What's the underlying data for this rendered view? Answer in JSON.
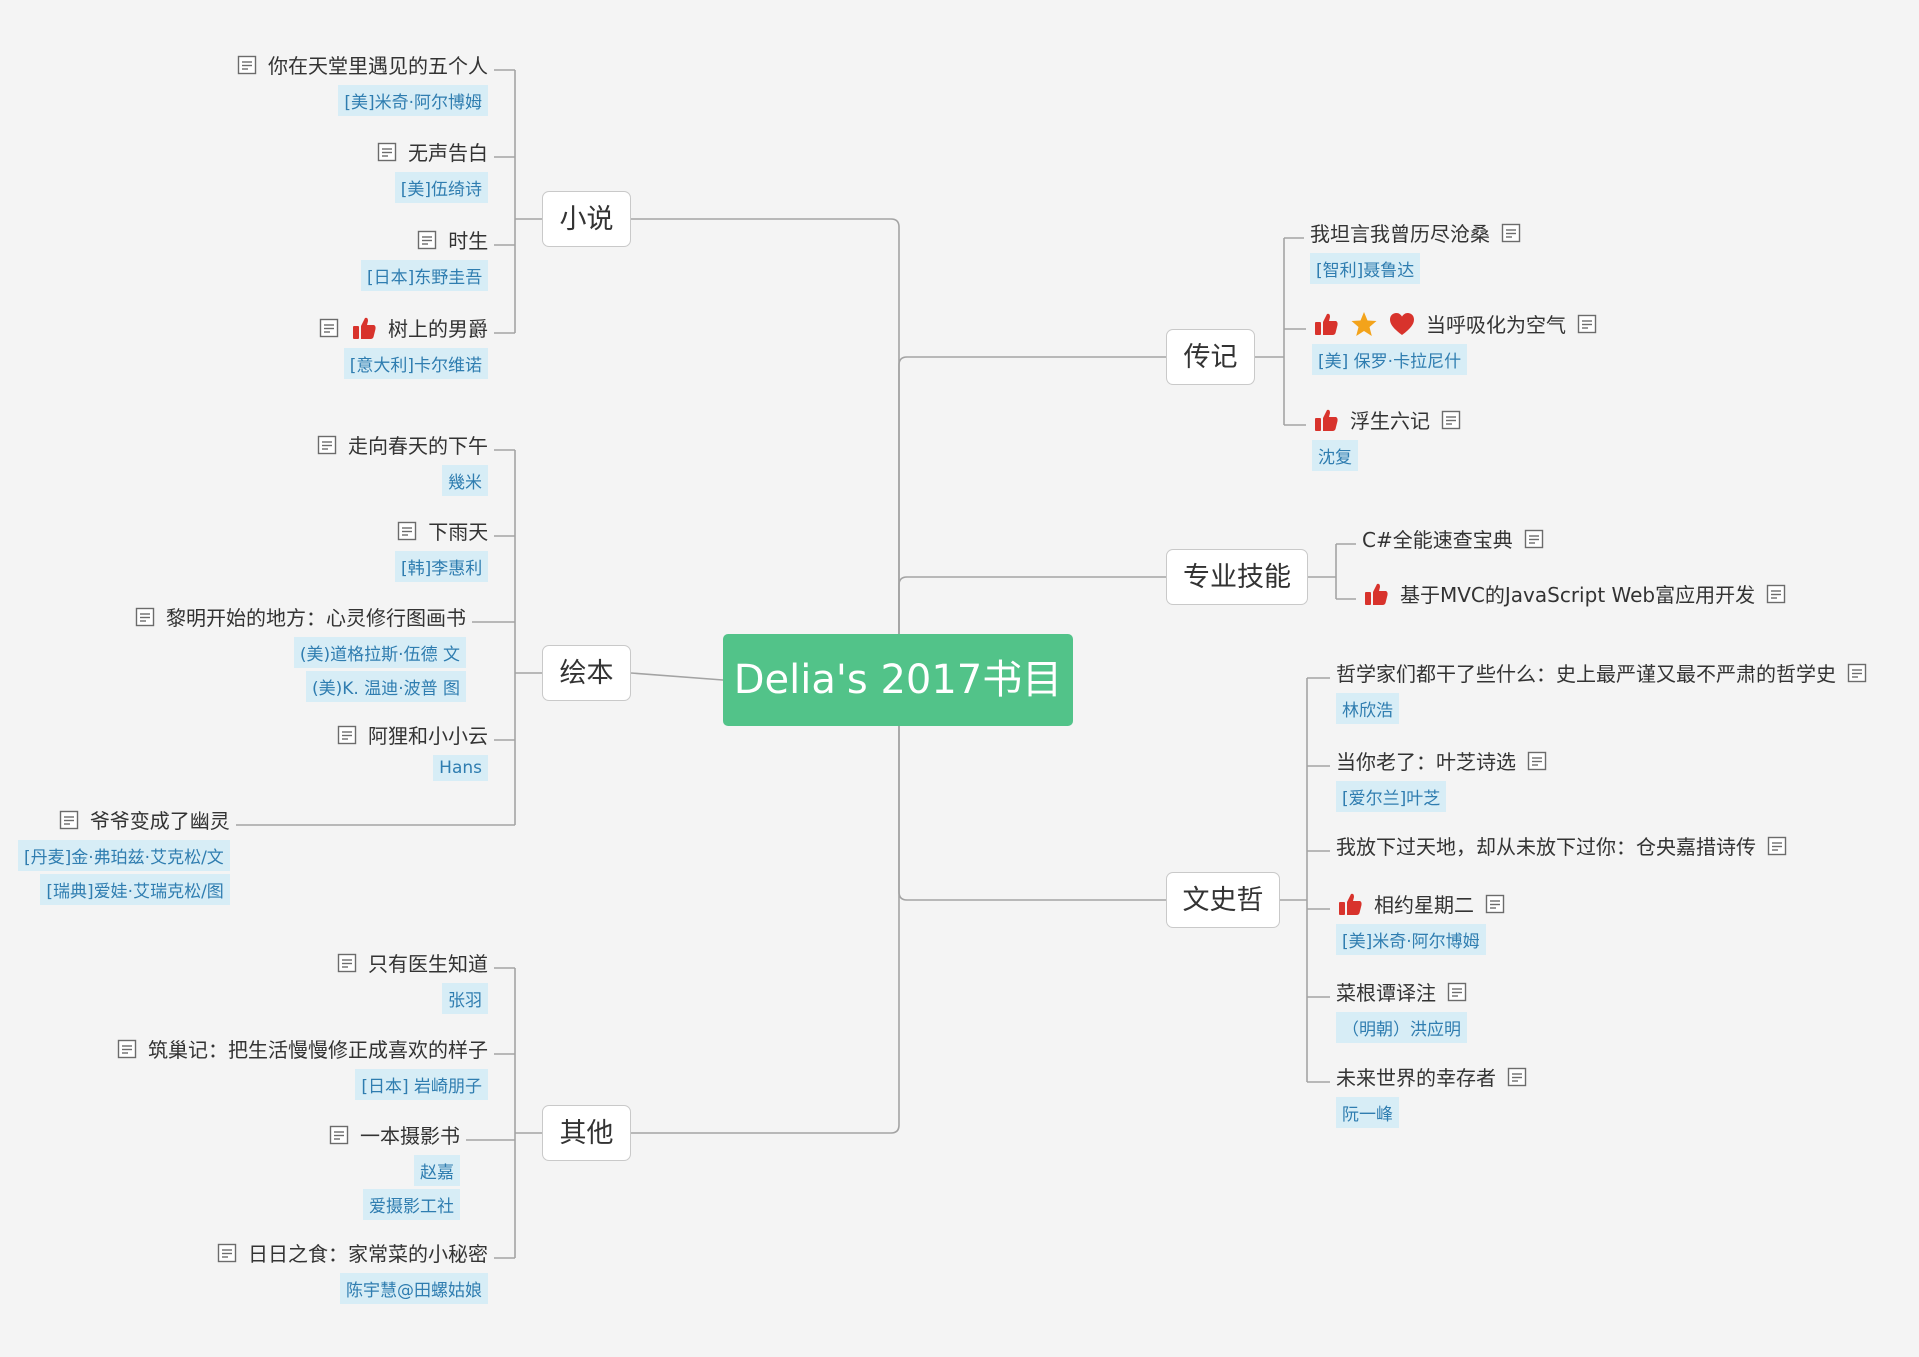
{
  "root": "Delia's 2017书目",
  "colors": {
    "root_bg": "#52c389",
    "line": "#a3a3a3",
    "author_bg": "#d7edf6",
    "author_fg": "#2f7db0",
    "thumb": "#d8332c",
    "star": "#f3a31b",
    "heart": "#d8332c"
  },
  "icons": {
    "note": "note-icon",
    "thumb": "thumbs-up-icon",
    "star": "star-icon",
    "heart": "heart-icon"
  },
  "categories": [
    {
      "label": "小说",
      "items": [
        {
          "title": "你在天堂里遇见的五个人",
          "authors": [
            "[美]米奇·阿尔博姆"
          ],
          "flags": []
        },
        {
          "title": "无声告白",
          "authors": [
            "[美]伍绮诗"
          ],
          "flags": []
        },
        {
          "title": "时生",
          "authors": [
            "[日本]东野圭吾"
          ],
          "flags": []
        },
        {
          "title": "树上的男爵",
          "authors": [
            "[意大利]卡尔维诺"
          ],
          "flags": [
            "thumb"
          ]
        }
      ]
    },
    {
      "label": "绘本",
      "items": [
        {
          "title": "走向春天的下午",
          "authors": [
            "幾米"
          ],
          "flags": []
        },
        {
          "title": "下雨天",
          "authors": [
            "[韩]李惠利"
          ],
          "flags": []
        },
        {
          "title": "黎明开始的地方：心灵修行图画书",
          "authors": [
            "(美)道格拉斯·伍德 文",
            "(美)K. 温迪·波普 图"
          ],
          "flags": []
        },
        {
          "title": "阿狸和小小云",
          "authors": [
            "Hans"
          ],
          "flags": []
        },
        {
          "title": "爷爷变成了幽灵",
          "authors": [
            "[丹麦]金·弗珀兹·艾克松/文",
            "[瑞典]爱娃·艾瑞克松/图"
          ],
          "flags": []
        }
      ]
    },
    {
      "label": "其他",
      "items": [
        {
          "title": "只有医生知道",
          "authors": [
            "张羽"
          ],
          "flags": []
        },
        {
          "title": "筑巢记：把生活慢慢修正成喜欢的样子",
          "authors": [
            "[日本] 岩崎朋子"
          ],
          "flags": []
        },
        {
          "title": "一本摄影书",
          "authors": [
            "赵嘉",
            "爱摄影工社"
          ],
          "flags": []
        },
        {
          "title": "日日之食：家常菜的小秘密",
          "authors": [
            "陈宇慧@田螺姑娘"
          ],
          "flags": []
        }
      ]
    },
    {
      "label": "传记",
      "items": [
        {
          "title": "我坦言我曾历尽沧桑",
          "authors": [
            "[智利]聂鲁达"
          ],
          "flags": []
        },
        {
          "title": "当呼吸化为空气",
          "authors": [
            "[美] 保罗·卡拉尼什"
          ],
          "flags": [
            "thumb",
            "star",
            "heart"
          ]
        },
        {
          "title": "浮生六记",
          "authors": [
            "沈复"
          ],
          "flags": [
            "thumb"
          ]
        }
      ]
    },
    {
      "label": "专业技能",
      "items": [
        {
          "title": "C#全能速查宝典",
          "authors": [],
          "flags": []
        },
        {
          "title": "基于MVC的JavaScript Web富应用开发",
          "authors": [],
          "flags": [
            "thumb"
          ]
        }
      ]
    },
    {
      "label": "文史哲",
      "items": [
        {
          "title": "哲学家们都干了些什么：史上最严谨又最不严肃的哲学史",
          "authors": [
            "林欣浩"
          ],
          "flags": []
        },
        {
          "title": "当你老了：叶芝诗选",
          "authors": [
            "[爱尔兰]叶芝"
          ],
          "flags": []
        },
        {
          "title": "我放下过天地，却从未放下过你：仓央嘉措诗传",
          "authors": [],
          "flags": []
        },
        {
          "title": "相约星期二",
          "authors": [
            "[美]米奇·阿尔博姆"
          ],
          "flags": [
            "thumb"
          ]
        },
        {
          "title": "菜根谭译注",
          "authors": [
            "（明朝）洪应明"
          ],
          "flags": []
        },
        {
          "title": "未来世界的幸存者",
          "authors": [
            "阮一峰"
          ],
          "flags": []
        }
      ]
    }
  ]
}
